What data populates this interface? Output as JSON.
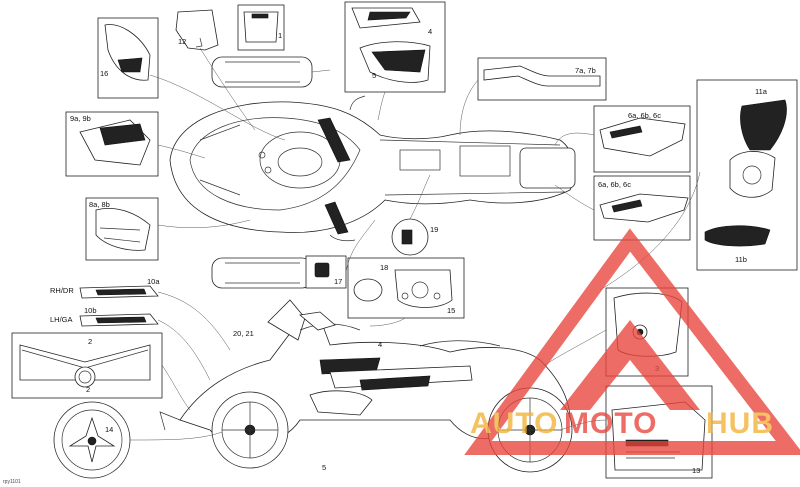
{
  "callouts": {
    "c1": "1",
    "c2_top": "2",
    "c2_bottom": "2",
    "c3": "3",
    "c4_top": "4",
    "c4_bottom": "4",
    "c5_top": "5",
    "c5_bottom": "5",
    "c6_top": "6a, 6b, 6c",
    "c6_bottom": "6a, 6b, 6c",
    "c7": "7a, 7b",
    "c8": "8a, 8b",
    "c9": "9a, 9b",
    "c10a": "10a",
    "c10b": "10b",
    "c11a": "11a",
    "c11b": "11b",
    "c12": "12",
    "c13": "13",
    "c14": "14",
    "c15": "15",
    "c16": "16",
    "c17": "17",
    "c18": "18",
    "c19": "19",
    "c20": "20, 21"
  },
  "side_labels": {
    "rh": "RH/DR",
    "lh": "LH/GA"
  },
  "drawing_code": "rpy1101",
  "watermark": {
    "text_a": "AUTO",
    "text_b": "MOTO",
    "text_c": "HUB",
    "color_primary": "#e8453c",
    "color_secondary": "#f2b134"
  }
}
